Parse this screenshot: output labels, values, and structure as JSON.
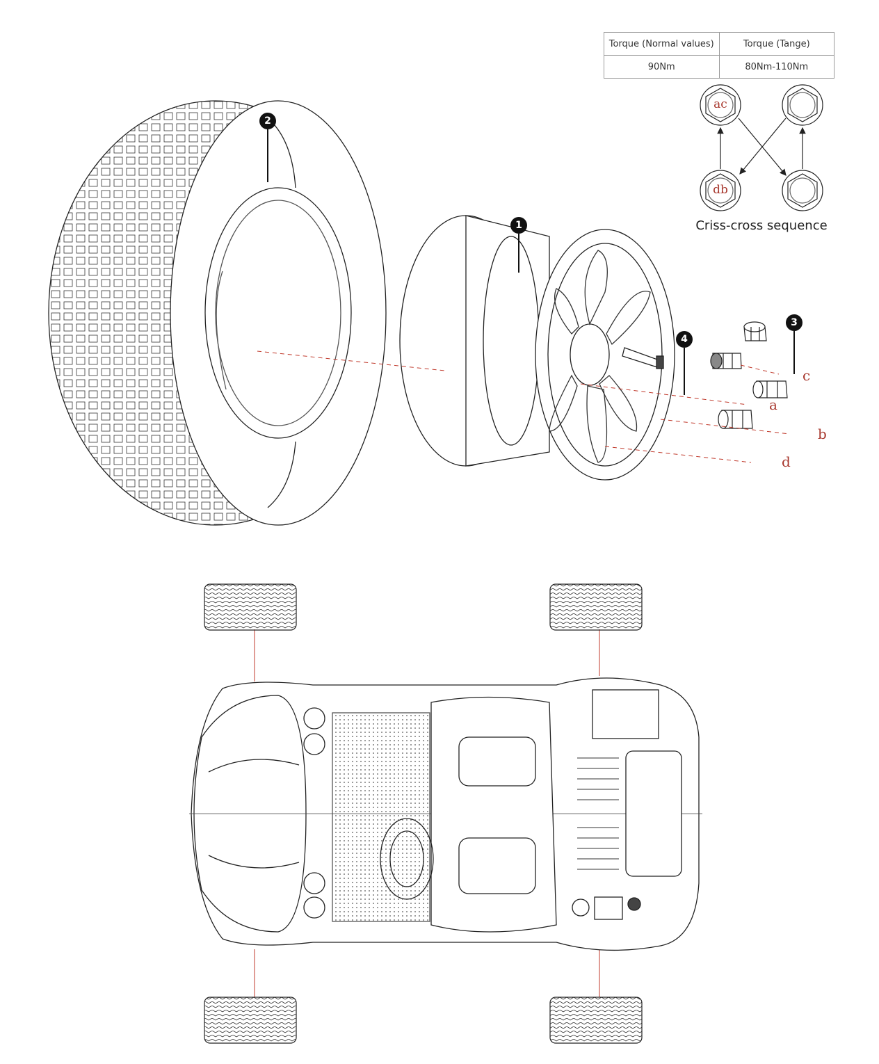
{
  "torque_table": {
    "headers": [
      "Torque (Normal values)",
      "Torque (Tange)"
    ],
    "values": [
      "90Nm",
      "80Nm-110Nm"
    ]
  },
  "sequence": {
    "caption": "Criss-cross sequence",
    "nut_labels": [
      "ac",
      "db"
    ]
  },
  "callouts": [
    "1",
    "2",
    "3",
    "4"
  ],
  "nut_position_labels": [
    "a",
    "b",
    "c",
    "d"
  ],
  "colors": {
    "accent": "#a8382e",
    "line": "#222222",
    "guide": "#c0392b"
  }
}
